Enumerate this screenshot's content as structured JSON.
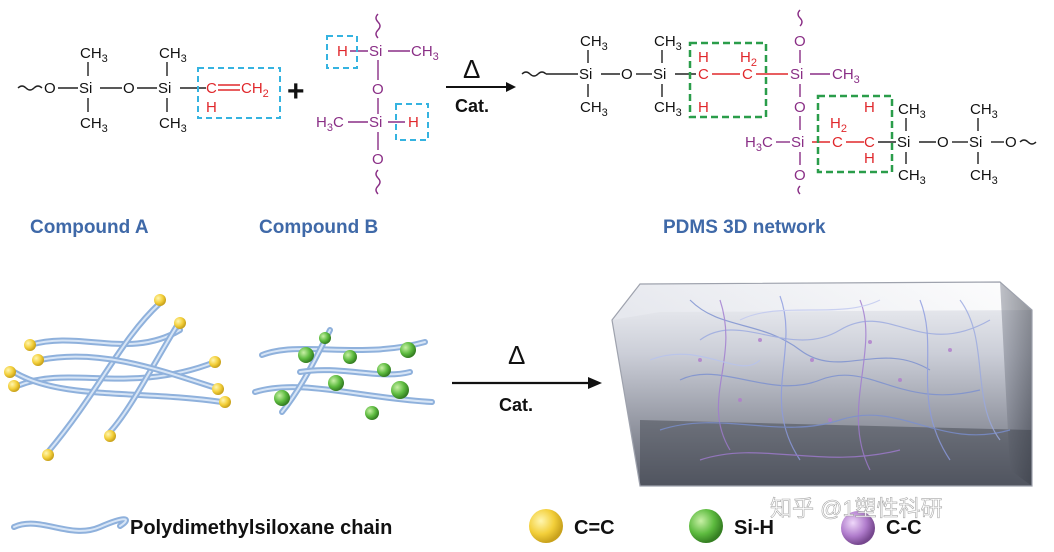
{
  "reaction": {
    "compound_a_label": "Compound A",
    "compound_b_label": "Compound B",
    "network_label": "PDMS 3D network",
    "plus": "+",
    "heat_symbol": "Δ",
    "catalyst": "Cat.",
    "atoms": {
      "si": "Si",
      "o": "O",
      "ch3": "CH",
      "sub3": "3",
      "c": "C",
      "h": "H",
      "ch2": "CH",
      "sub2": "2",
      "h3c": "H",
      "h3c_tail": "C",
      "h2": "H"
    }
  },
  "schematic": {
    "heat_symbol": "Δ",
    "catalyst": "Cat."
  },
  "legend": {
    "chain_label": "Polydimethylsiloxane chain",
    "cc_double_label": "C=C",
    "sih_label": "Si-H",
    "cc_single_label": "C-C"
  },
  "watermark": "知乎 @1塑性科研",
  "colors": {
    "caption_blue": "#3f69a8",
    "hydrogen_red": "#e0282c",
    "silicon_purple": "#8a2f86",
    "box_blue": "#35b3e0",
    "box_green": "#2a9d4a",
    "vinyl_yellow": "#f3cf3a",
    "sih_green": "#5dbb3f",
    "cc_purple": "#b07ccc",
    "chain_blue": "#8fb1dc"
  }
}
